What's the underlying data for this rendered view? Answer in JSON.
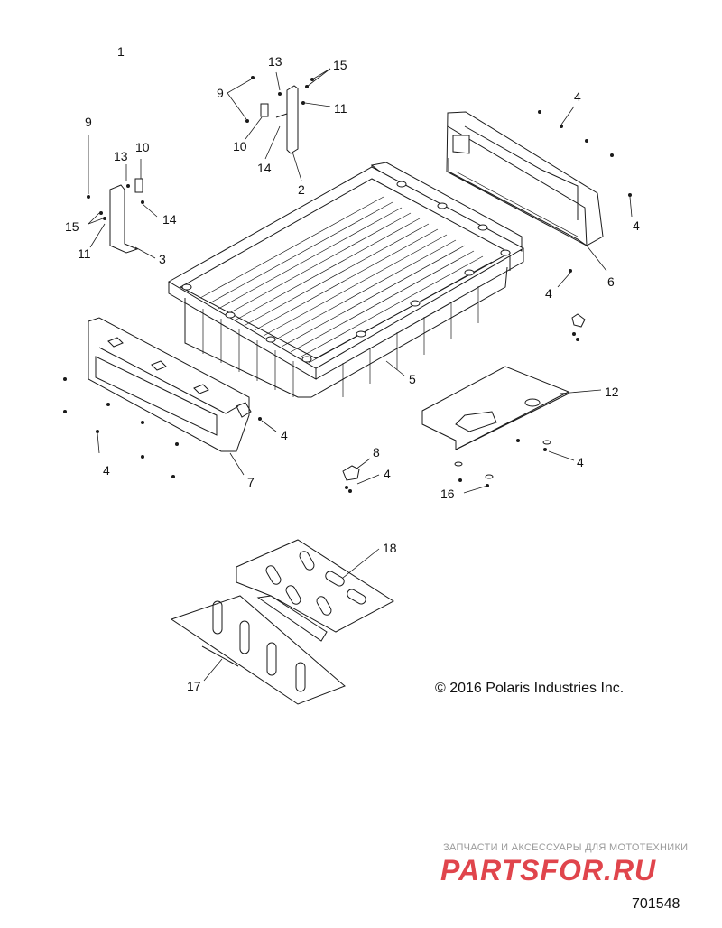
{
  "diagram": {
    "callouts": {
      "c1": "1",
      "c9a": "9",
      "c13a": "13",
      "c15a": "15",
      "c11a": "11",
      "c10a": "10",
      "c14a": "14",
      "c2": "2",
      "c9b": "9",
      "c13b": "13",
      "c10b": "10",
      "c14b": "14",
      "c15b": "15",
      "c11b": "11",
      "c3": "3",
      "c4a": "4",
      "c4b": "4",
      "c6": "6",
      "c4c": "4",
      "c5": "5",
      "c4d": "4",
      "c7": "7",
      "c4e": "4",
      "c12": "12",
      "c8": "8",
      "c4f": "4",
      "c4g": "4",
      "c16": "16",
      "c18": "18",
      "c17": "17"
    },
    "copyright": "© 2016 Polaris Industries Inc.",
    "diagram_number": "701548"
  },
  "watermark": {
    "tagline": "ЗАПЧАСТИ И АКСЕССУАРЫ ДЛЯ МОТОТЕХНИКИ",
    "logo": "PARTSFOR.RU"
  },
  "colors": {
    "line": "#1a1a1a",
    "watermark": "#d8222a",
    "watermark_text": "#9a9a9a"
  }
}
